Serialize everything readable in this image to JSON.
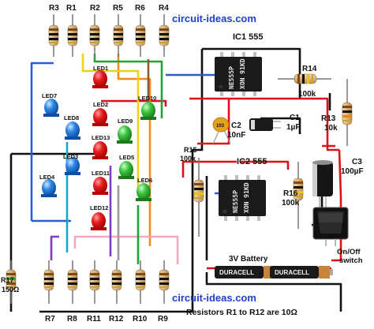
{
  "website": "circuit-ideas.com",
  "resistors_top": [
    "R3",
    "R1",
    "R2",
    "R5",
    "R6",
    "R4"
  ],
  "resistors_bottom": [
    "R7",
    "R8",
    "R11",
    "R12",
    "R10",
    "R9"
  ],
  "r17": {
    "name": "R17",
    "value": "150Ω"
  },
  "r13": {
    "name": "R13",
    "value": "10k"
  },
  "r14": {
    "name": "R14",
    "value": "100k"
  },
  "r15": {
    "name": "R15",
    "value": "100k"
  },
  "r16": {
    "name": "R16",
    "value": "100k"
  },
  "ic1": {
    "name": "IC1 555",
    "line1": "NE555P",
    "line2": "XON 91KD"
  },
  "ic2": {
    "name": "IC2 555",
    "line1": "NE555P",
    "line2": "XON 91KD"
  },
  "c1": {
    "name": "C1",
    "value": "1µF"
  },
  "c2": {
    "name": "C2",
    "value": "10nF",
    "marking": "103"
  },
  "c3": {
    "name": "C3",
    "value": "100µF"
  },
  "leds": [
    "LED1",
    "LED2",
    "LED3",
    "LED4",
    "LED5",
    "LED6",
    "LED7",
    "LED8",
    "LED9",
    "LED10",
    "LED11",
    "LED12",
    "LED13"
  ],
  "battery": {
    "label": "3V Battery",
    "brand": "DURACELL"
  },
  "switch": {
    "line1": "On/Off",
    "line2": "switch"
  },
  "note": "Resistors R1 to R12 are 10Ω",
  "colors": {
    "red_wire": "#e0101a",
    "blue_wire": "#2b5bd6",
    "black_wire": "#111111",
    "led_red": "#e01818",
    "led_green": "#35b53a",
    "led_blue": "#2a7be0"
  }
}
